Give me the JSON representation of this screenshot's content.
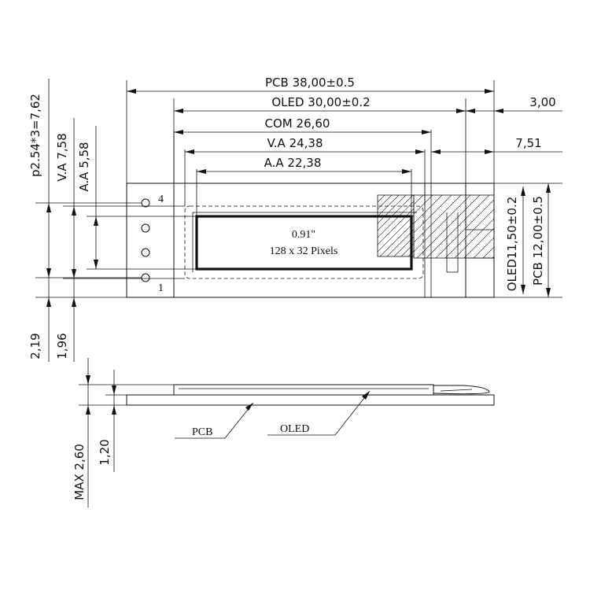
{
  "dimensions": {
    "pcb_length": "PCB 38,00±0.5",
    "oled_length": "OLED 30,00±0.2",
    "com_length": "COM 26,60",
    "va_length": "V.A 24,38",
    "aa_length": "A.A 22,38",
    "right_offset_1": "3,00",
    "right_offset_2": "7,51",
    "pitch": "p2.54*3=7,62",
    "va_height": "V.A 7,58",
    "aa_height": "A.A 5,58",
    "oled_height": "OLED11,50±0.2",
    "pcb_height": "PCB 12,00±0.5",
    "bottom_offset_1": "2,19",
    "bottom_offset_2": "1,96",
    "max_thickness": "MAX 2,60",
    "pcb_thickness": "1,20"
  },
  "display": {
    "size": "0.91\"",
    "resolution": "128 x 32 Pixels"
  },
  "pins": {
    "first": "1",
    "last": "4"
  },
  "side_view": {
    "pcb_label": "PCB",
    "oled_label": "OLED"
  }
}
